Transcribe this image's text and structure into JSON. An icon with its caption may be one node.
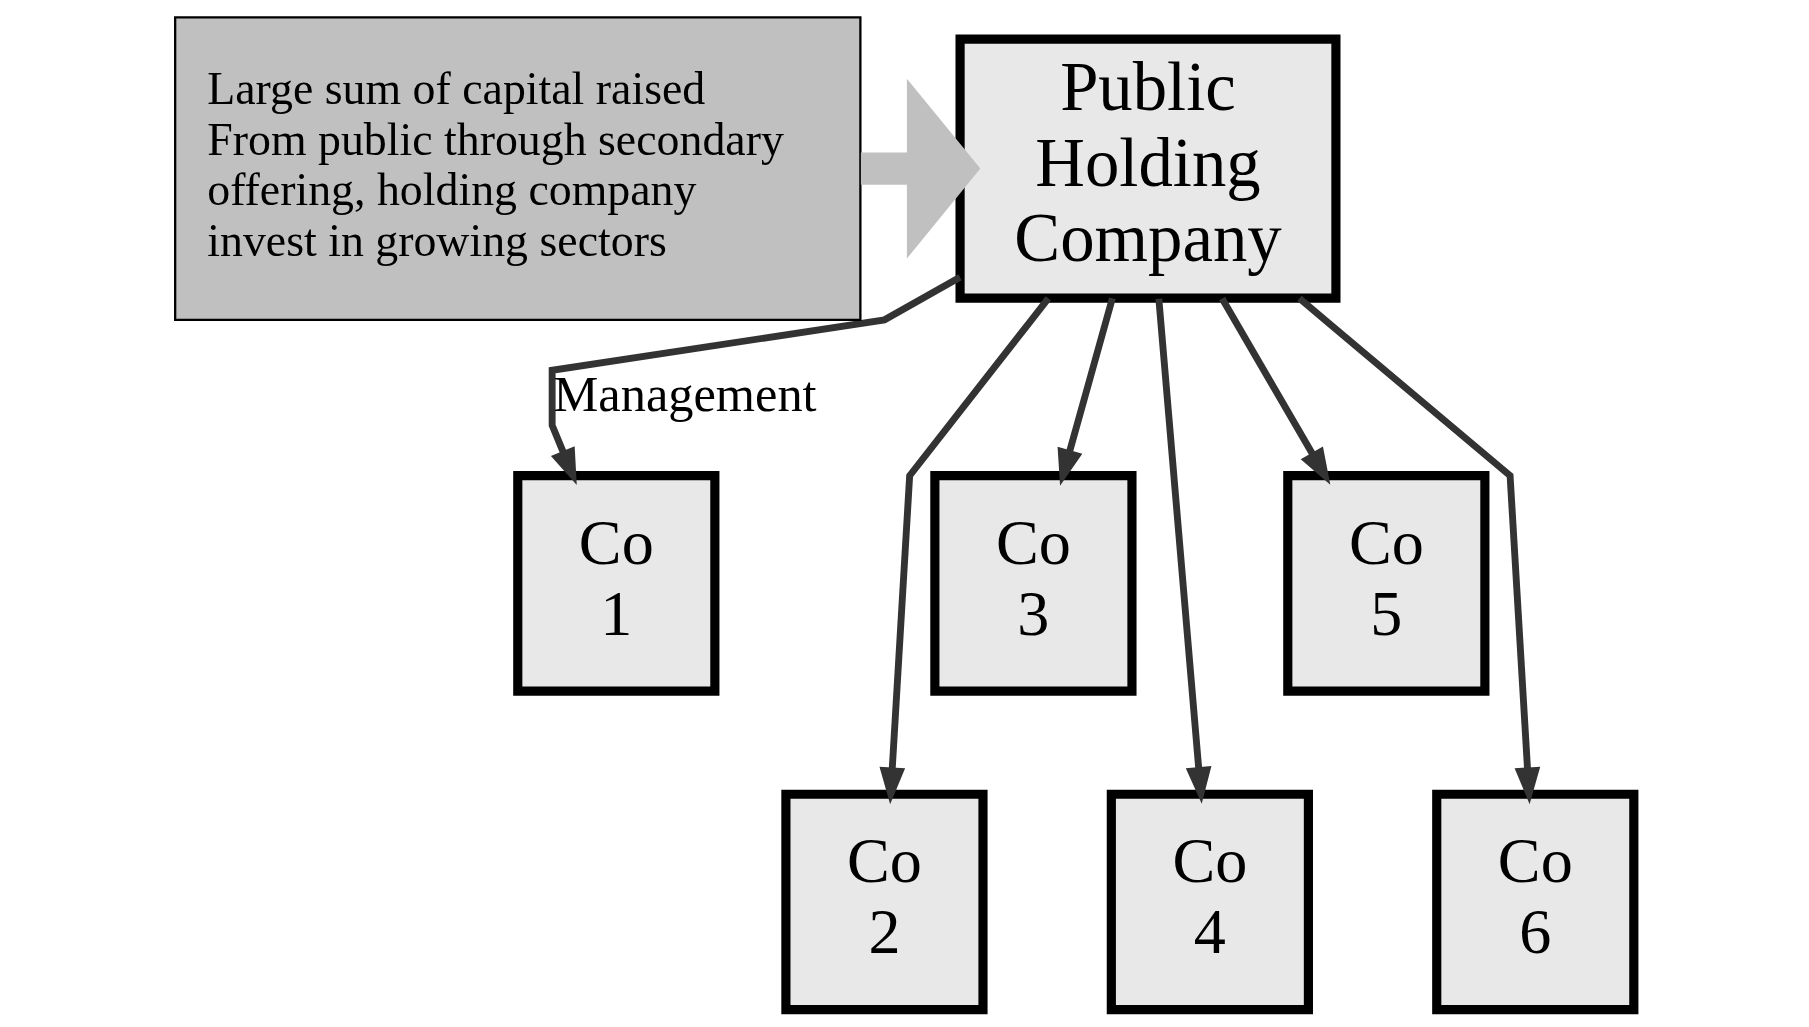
{
  "diagram": {
    "nodes": [
      {
        "text": [
          "Public Holding Company"
        ]
      },
      {
        "text": [
          "Co 1"
        ]
      },
      {
        "text": [
          "Co 2"
        ]
      },
      {
        "text": [
          "Co 3"
        ]
      },
      {
        "text": [
          "Co 4"
        ]
      },
      {
        "text": [
          "Co 5"
        ]
      },
      {
        "text": [
          "Co 6"
        ]
      },
      {
        "text": [
          "Large sum of capital raised From public through secondary offering, holding company invest in growing sectors"
        ]
      }
    ],
    "edges": [
      {
        "from": 0,
        "to": 1,
        "arrow": "to",
        "label": "Management"
      },
      {
        "from": 0,
        "to": 2,
        "arrow": "to"
      },
      {
        "from": 0,
        "to": 3,
        "arrow": "to"
      },
      {
        "from": 0,
        "to": 4,
        "arrow": "to"
      },
      {
        "from": 0,
        "to": 5,
        "arrow": "to"
      },
      {
        "from": 0,
        "to": 6,
        "arrow": "to"
      },
      {
        "from": 7,
        "to": 0,
        "arrow": "to",
        "style": "thick",
        "color": "#c0c0c0"
      }
    ]
  }
}
